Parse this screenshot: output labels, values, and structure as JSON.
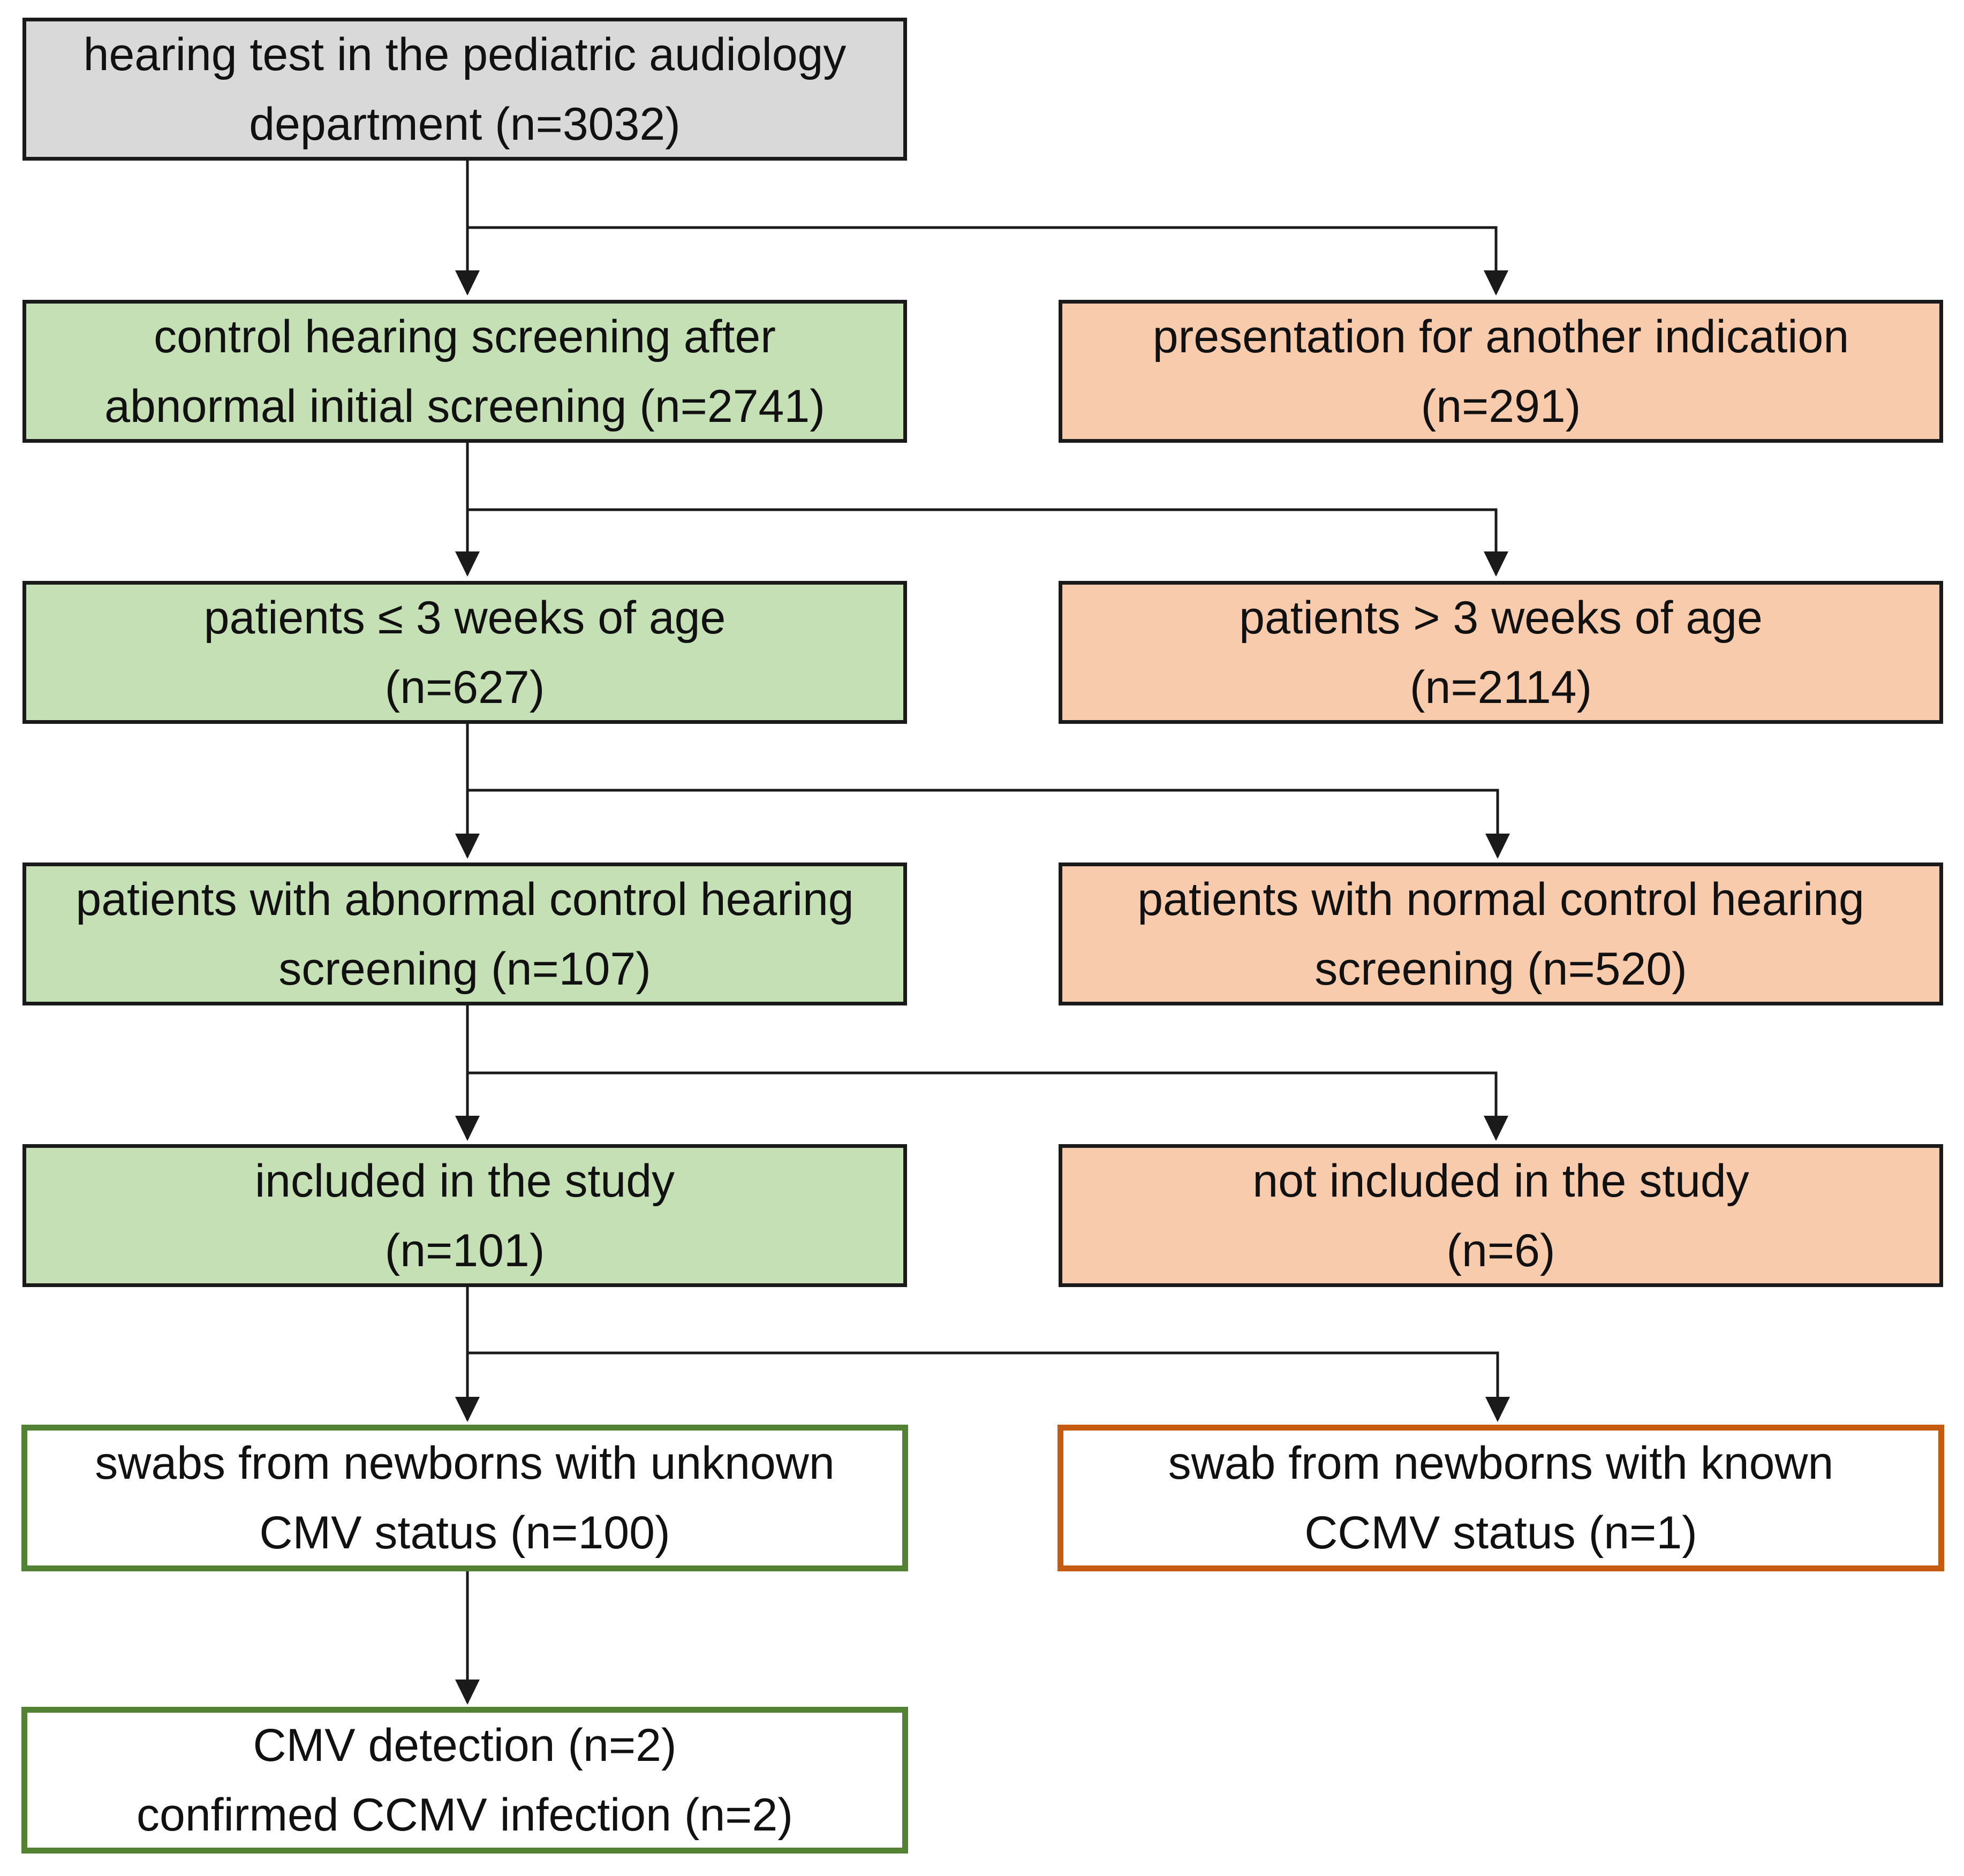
{
  "colors": {
    "start_fill": "#d9d9d9",
    "included_fill": "#c5e0b4",
    "excluded_fill": "#f8cbad",
    "final_included_border": "#548235",
    "final_excluded_border": "#c55a11",
    "line": "#1a1a1a"
  },
  "nodes": {
    "start": {
      "line1": "hearing test in the pediatric audiology",
      "line2": "department (n=3032)"
    },
    "control": {
      "line1": "control hearing screening after",
      "line2": "abnormal initial screening (n=2741)"
    },
    "other": {
      "line1": "presentation for another indication",
      "line2": "(n=291)"
    },
    "young": {
      "line1": "patients ≤ 3 weeks of age",
      "line2": "(n=627)"
    },
    "old": {
      "line1": "patients > 3 weeks of age",
      "line2": "(n=2114)"
    },
    "abnormal": {
      "line1": "patients with abnormal control hearing",
      "line2": "screening (n=107)"
    },
    "normal": {
      "line1": "patients with normal control hearing",
      "line2": "screening (n=520)"
    },
    "included": {
      "line1": "included in the study",
      "line2": "(n=101)"
    },
    "not_included": {
      "line1": "not included in the study",
      "line2": "(n=6)"
    },
    "unknown": {
      "line1": "swabs from newborns with unknown",
      "line2": "CMV status (n=100)"
    },
    "known": {
      "line1": "swab from newborns with known",
      "line2": "CCMV status (n=1)"
    },
    "detection": {
      "line1": "CMV detection (n=2)",
      "line2": "confirmed CCMV infection (n=2)"
    }
  }
}
